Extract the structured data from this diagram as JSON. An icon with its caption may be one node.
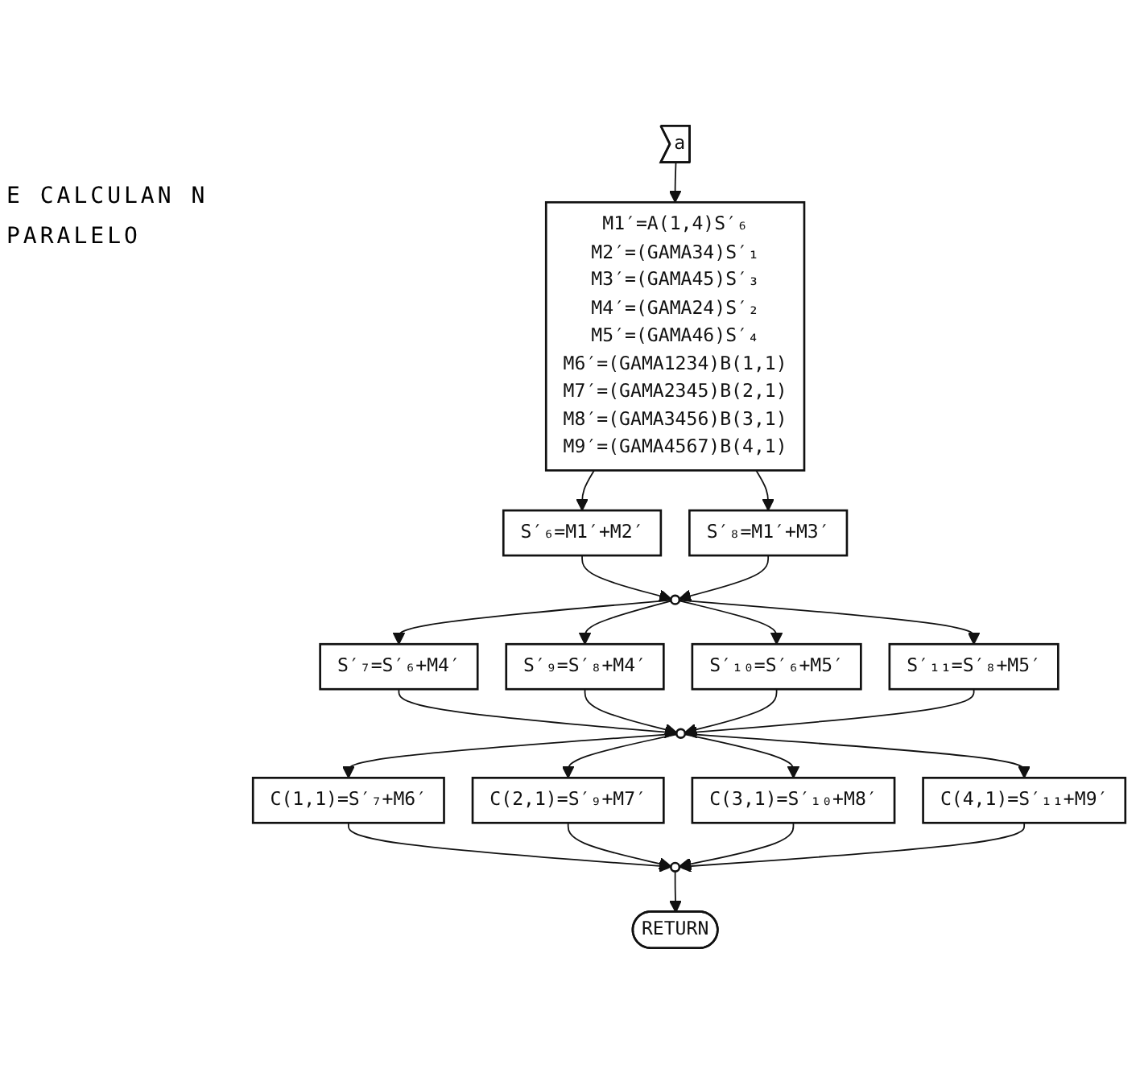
{
  "diagram": {
    "nodes": [
      {
        "text": [
          "a"
        ]
      },
      {
        "text": [
          "M1′=A(1,4)S′₆",
          "M2′=(GAMA34)S′₁",
          "M3′=(GAMA45)S′₃",
          "M4′=(GAMA24)S′₂",
          "M5′=(GAMA46)S′₄",
          "M6′=(GAMA1234)B(1,1)",
          "M7′=(GAMA2345)B(2,1)",
          "M8′=(GAMA3456)B(3,1)",
          "M9′=(GAMA4567)B(4,1)"
        ]
      },
      {
        "text": [
          "S′₆=M1′+M2′"
        ]
      },
      {
        "text": [
          "S′₈=M1′+M3′"
        ]
      },
      {
        "text": [],
        "shape": "circle"
      },
      {
        "text": [
          "S′₇=S′₆+M4′"
        ]
      },
      {
        "text": [
          "S′₉=S′₈+M4′"
        ]
      },
      {
        "text": [
          "S′₁₀=S′₆+M5′"
        ]
      },
      {
        "text": [
          "S′₁₁=S′₈+M5′"
        ]
      },
      {
        "text": [],
        "shape": "circle"
      },
      {
        "text": [
          "C(1,1)=S′₇+M6′"
        ]
      },
      {
        "text": [
          "C(2,1)=S′₉+M7′"
        ]
      },
      {
        "text": [
          "C(3,1)=S′₁₀+M8′"
        ]
      },
      {
        "text": [
          "C(4,1)=S′₁₁+M9′"
        ]
      },
      {
        "text": [],
        "shape": "circle"
      },
      {
        "text": [
          "RETURN"
        ]
      }
    ],
    "edges": [
      {
        "from": 0,
        "to": 1,
        "arrow": "to"
      },
      {
        "from": 1,
        "to": 2,
        "arrow": "to"
      },
      {
        "from": 1,
        "to": 3,
        "arrow": "to"
      },
      {
        "from": 2,
        "to": 4,
        "arrow": "to"
      },
      {
        "from": 3,
        "to": 4,
        "arrow": "to"
      },
      {
        "from": 4,
        "to": 5,
        "arrow": "to"
      },
      {
        "from": 4,
        "to": 6,
        "arrow": "to"
      },
      {
        "from": 4,
        "to": 7,
        "arrow": "to"
      },
      {
        "from": 4,
        "to": 8,
        "arrow": "to"
      },
      {
        "from": 5,
        "to": 9,
        "arrow": "to"
      },
      {
        "from": 6,
        "to": 9,
        "arrow": "to"
      },
      {
        "from": 7,
        "to": 9,
        "arrow": "to"
      },
      {
        "from": 8,
        "to": 9,
        "arrow": "to"
      },
      {
        "from": 9,
        "to": 10,
        "arrow": "to"
      },
      {
        "from": 9,
        "to": 11,
        "arrow": "to"
      },
      {
        "from": 9,
        "to": 12,
        "arrow": "to"
      },
      {
        "from": 9,
        "to": 13,
        "arrow": "to"
      },
      {
        "from": 10,
        "to": 14,
        "arrow": "to"
      },
      {
        "from": 11,
        "to": 14,
        "arrow": "to"
      },
      {
        "from": 12,
        "to": 14,
        "arrow": "to"
      },
      {
        "from": 13,
        "to": 14,
        "arrow": "to"
      },
      {
        "from": 14,
        "to": 15,
        "arrow": "to"
      }
    ],
    "labels": [
      "E CALCULAN N PARALELO"
    ]
  }
}
